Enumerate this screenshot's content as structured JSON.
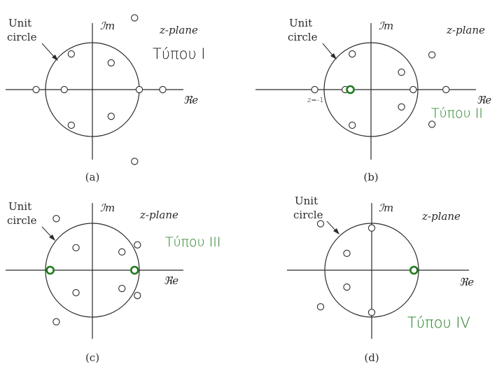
{
  "plane_label": "z-plane",
  "im_label": "ℐm",
  "re_label": "ℜe",
  "colors": {
    "ink": "#2a2a2a",
    "highlight": "#1e7a1e",
    "pen_black": "#111111"
  },
  "panels": [
    {
      "id": "a",
      "caption": "(a)",
      "unit_circle_label": [
        "Unit",
        "circle"
      ],
      "handwritten_note": "Τύπου Ι",
      "note_color": "#111111",
      "zeros": [
        [
          1.0,
          0.0
        ],
        [
          -0.6,
          0.0
        ],
        [
          -1.2,
          0.0
        ],
        [
          1.5,
          0.0
        ],
        [
          -0.45,
          0.76
        ],
        [
          -0.45,
          -0.76
        ],
        [
          0.4,
          0.57
        ],
        [
          0.4,
          -0.57
        ],
        [
          0.9,
          1.53
        ],
        [
          0.9,
          -1.53
        ]
      ]
    },
    {
      "id": "b",
      "caption": "(b)",
      "unit_circle_label": [
        "Unit",
        "circle"
      ],
      "handwritten_note": "Τύπου ΙΙ",
      "note_color": "#1e7a1e",
      "z_annotation": "z=-1",
      "zeros": [
        [
          0.9,
          0.0
        ],
        [
          -0.55,
          0.0
        ],
        [
          -1.2,
          0.0
        ],
        [
          1.6,
          0.0
        ],
        [
          -0.4,
          0.76
        ],
        [
          -0.4,
          -0.76
        ],
        [
          0.65,
          0.37
        ],
        [
          0.65,
          -0.37
        ],
        [
          1.3,
          0.74
        ],
        [
          1.3,
          -0.74
        ]
      ],
      "highlighted": [
        [
          -0.44,
          0.0
        ]
      ]
    },
    {
      "id": "c",
      "caption": "(c)",
      "unit_circle_label": [
        "Unit",
        "circle"
      ],
      "handwritten_note": "Τύπου ΙΙΙ",
      "note_color": "#1e7a1e",
      "zeros": [
        [
          -0.35,
          0.48
        ],
        [
          -0.35,
          -0.48
        ],
        [
          0.63,
          0.39
        ],
        [
          0.63,
          -0.39
        ],
        [
          0.96,
          0.54
        ],
        [
          0.96,
          -0.54
        ],
        [
          -0.77,
          1.1
        ],
        [
          -0.77,
          -1.1
        ]
      ],
      "highlighted": [
        [
          -0.9,
          0.0
        ],
        [
          0.9,
          0.0
        ]
      ]
    },
    {
      "id": "d",
      "caption": "(d)",
      "unit_circle_label": [
        "Unit",
        "circle"
      ],
      "handwritten_note": "Τύπου ΙV",
      "note_color": "#1e7a1e",
      "zeros": [
        [
          0.0,
          0.9
        ],
        [
          0.0,
          -0.9
        ],
        [
          -0.53,
          0.36
        ],
        [
          -0.53,
          -0.36
        ],
        [
          -1.09,
          0.99
        ],
        [
          -1.09,
          -0.78
        ]
      ],
      "highlighted": [
        [
          0.9,
          0.0
        ]
      ]
    }
  ]
}
